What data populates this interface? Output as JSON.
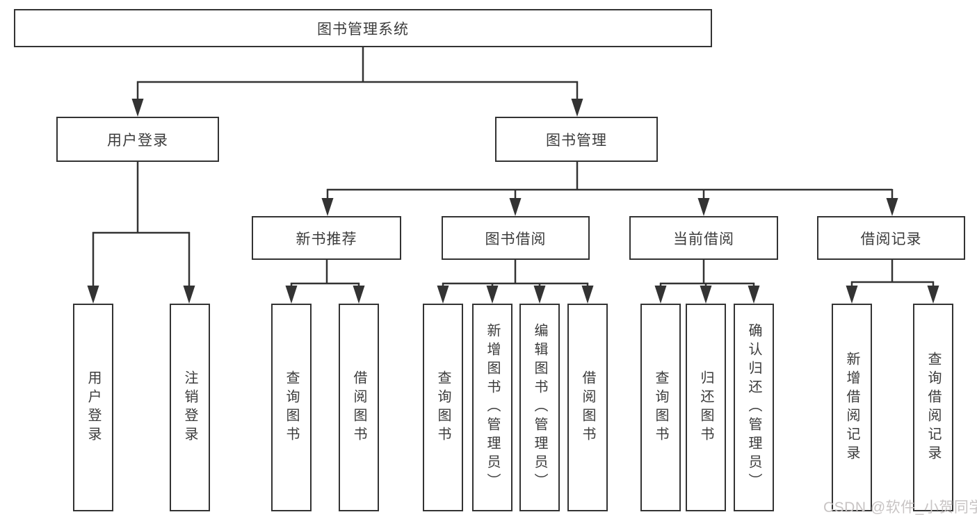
{
  "diagram": {
    "root": {
      "label": "图书管理系统"
    },
    "branches": [
      {
        "label": "用户登录",
        "children": [
          {
            "label": "用户登录"
          },
          {
            "label": "注销登录"
          }
        ]
      },
      {
        "label": "图书管理",
        "children": [
          {
            "label": "新书推荐",
            "children": [
              {
                "label": "查询图书"
              },
              {
                "label": "借阅图书"
              }
            ]
          },
          {
            "label": "图书借阅",
            "children": [
              {
                "label": "查询图书"
              },
              {
                "label": "新增图书（管理员）"
              },
              {
                "label": "编辑图书（管理员）"
              },
              {
                "label": "借阅图书"
              }
            ]
          },
          {
            "label": "当前借阅",
            "children": [
              {
                "label": "查询图书"
              },
              {
                "label": "归还图书"
              },
              {
                "label": "确认归还（管理员）"
              }
            ]
          },
          {
            "label": "借阅记录",
            "children": [
              {
                "label": "新增借阅记录"
              },
              {
                "label": "查询借阅记录"
              }
            ]
          }
        ]
      }
    ]
  },
  "watermark": {
    "text": "CSDN @软件_小贺同学"
  },
  "colors": {
    "line": "#333333",
    "text": "#3b3b3b",
    "watermark": "#c8c4c4",
    "background": "#ffffff"
  }
}
